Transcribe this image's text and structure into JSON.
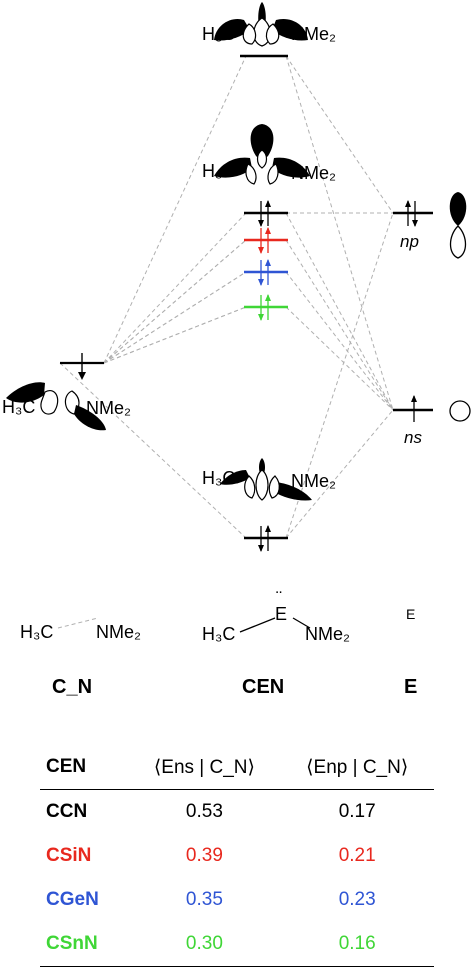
{
  "colors": {
    "CCN": "#000000",
    "CSiN": "#e8281e",
    "CGeN": "#2f55d4",
    "CSnN": "#3fd636",
    "dashed": "#b0b0b0"
  },
  "diagram": {
    "fragment_left_h3c": "H₃C",
    "fragment_left_nme2": "NMe₂",
    "mo_h3c": "H₃C",
    "mo_nme2": "NMe₂",
    "label_np": "np",
    "label_ns": "ns"
  },
  "legend": {
    "cn_h3c": "H₃C",
    "cn_nme2": "NMe₂",
    "cen_h3c": "H₃C",
    "cen_e": "E",
    "cen_dots": "¨",
    "cen_nme2": "NMe₂",
    "e_small": "E",
    "label_cn": "C_N",
    "label_cen": "CEN",
    "label_e": "E"
  },
  "table": {
    "headers": [
      "CEN",
      "⟨Ens | C_N⟩",
      "⟨Enp | C_N⟩"
    ],
    "rows": [
      {
        "name": "CCN",
        "ns": "0.53",
        "np": "0.17"
      },
      {
        "name": "CSiN",
        "ns": "0.39",
        "np": "0.21"
      },
      {
        "name": "CGeN",
        "ns": "0.35",
        "np": "0.23"
      },
      {
        "name": "CSnN",
        "ns": "0.30",
        "np": "0.16"
      }
    ]
  }
}
